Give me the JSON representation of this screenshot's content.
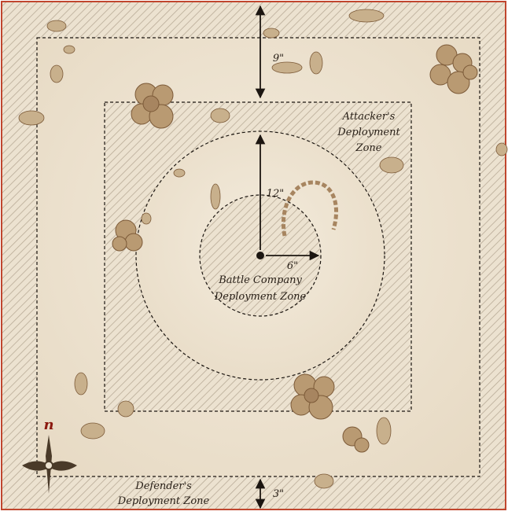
{
  "labels": {
    "attacker_zone": [
      "Attacker's",
      "Deployment",
      "Zone"
    ],
    "defender_zone": [
      "Defender's",
      "Deployment Zone"
    ],
    "battle_company_zone": [
      "Battle Company",
      "Deployment Zone"
    ],
    "compass_north": "n"
  },
  "measurements": {
    "top_edge": "9\"",
    "inner_circle_radius": "12\"",
    "center_circle_radius": "6\"",
    "bottom_edge": "3\""
  },
  "colors": {
    "parchment": "#ece2d0",
    "hatch": "#b9ab97",
    "border": "#c0462e",
    "terrain": "#b99a72",
    "terrain_dark": "#7c5a38",
    "line": "#1c1611",
    "compass_n": "#8b1a10"
  },
  "terrain": {
    "type": "scattered rocks and woods",
    "icon": "terrain-cluster-icon"
  }
}
